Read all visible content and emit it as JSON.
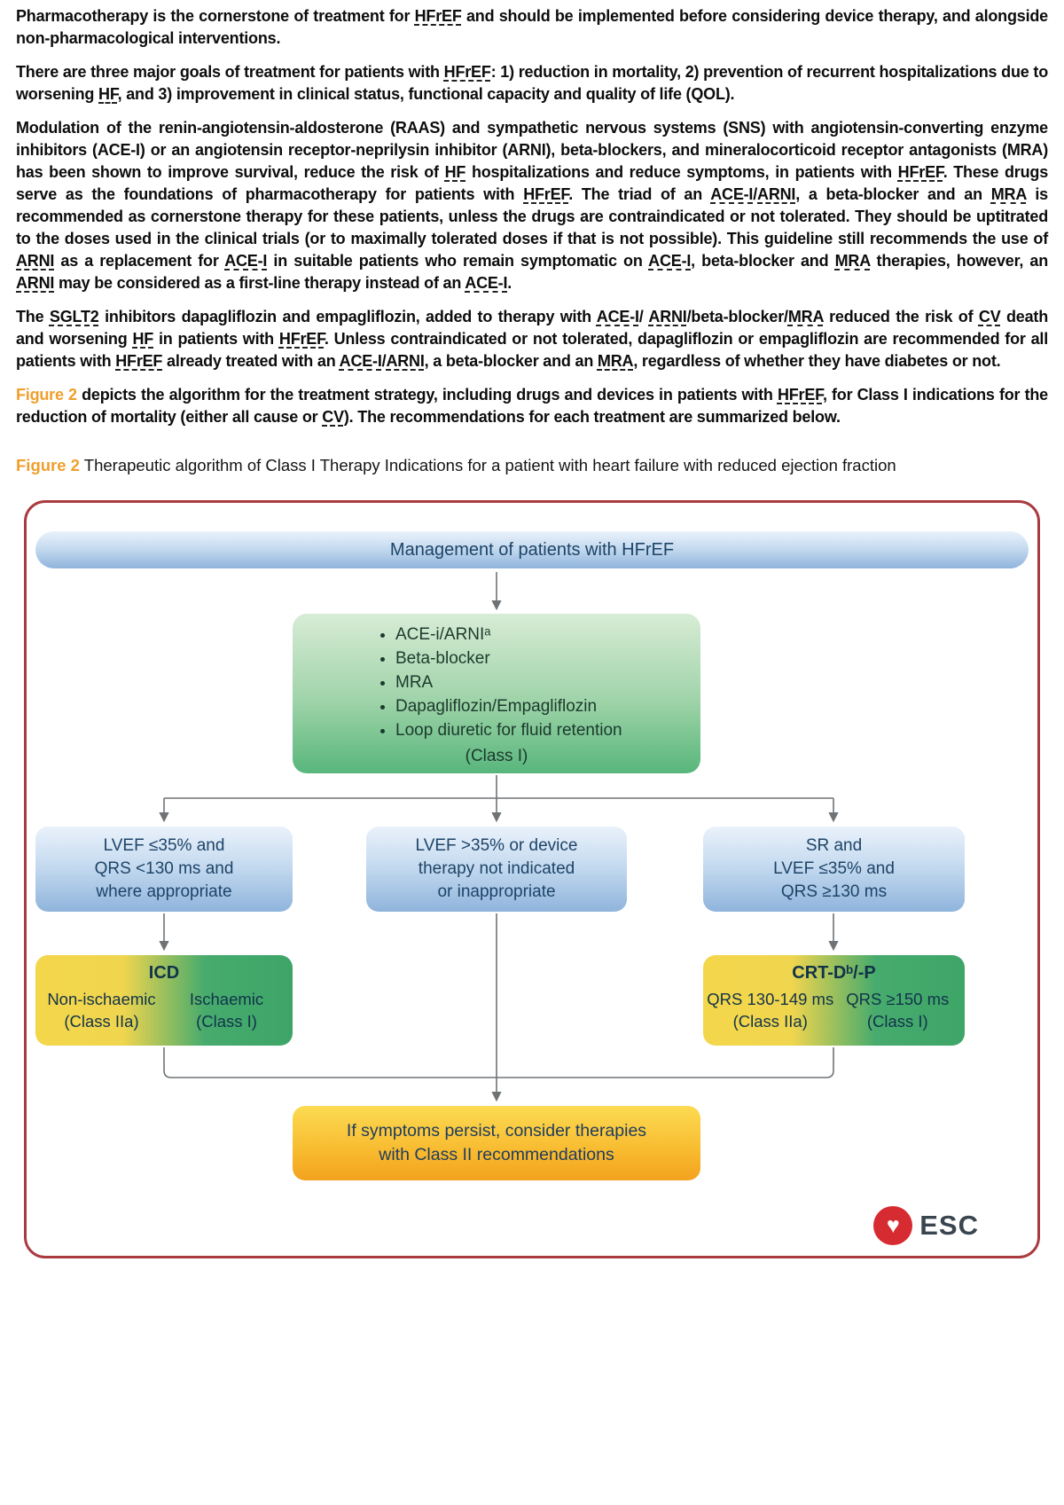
{
  "paragraphs": [
    {
      "segments": [
        {
          "t": "Pharmacotherapy is the cornerstone of treatment for "
        },
        {
          "t": "HFrEF",
          "u": true
        },
        {
          "t": " and should be implemented before considering device therapy, and alongside non-pharmacological interventions."
        }
      ]
    },
    {
      "segments": [
        {
          "t": "There are three major goals of treatment for patients with "
        },
        {
          "t": "HFrEF",
          "u": true
        },
        {
          "t": ": 1) reduction in mortality, 2) prevention of recurrent hospitalizations due to worsening "
        },
        {
          "t": "HF",
          "u": true
        },
        {
          "t": ", and 3) improvement in clinical status, functional capacity and quality of life (QOL)."
        }
      ]
    },
    {
      "segments": [
        {
          "t": "Modulation of the renin-angiotensin-aldosterone (RAAS) and sympathetic nervous systems (SNS) with angiotensin-converting enzyme inhibitors (ACE-I) or an angiotensin receptor-neprilysin inhibitor (ARNI), beta-blockers, and mineralocorticoid receptor antagonists (MRA) has been shown to improve survival, reduce the risk of "
        },
        {
          "t": "HF",
          "u": true
        },
        {
          "t": " hospitalizations and reduce symptoms, in patients with "
        },
        {
          "t": "HFrEF",
          "u": true
        },
        {
          "t": ". These drugs serve as the foundations of pharmacotherapy for patients with "
        },
        {
          "t": "HFrEF",
          "u": true
        },
        {
          "t": ". The triad of an "
        },
        {
          "t": "ACE-I",
          "u": true
        },
        {
          "t": "/"
        },
        {
          "t": "ARNI",
          "u": true
        },
        {
          "t": ", a beta-blocker and an "
        },
        {
          "t": "MRA",
          "u": true
        },
        {
          "t": " is recommended as cornerstone therapy for these patients, unless the drugs are contraindicated or not tolerated. They should be uptitrated to the doses used in the clinical trials (or to maximally tolerated doses if that is not possible). This guideline still recommends the use of "
        },
        {
          "t": "ARNI",
          "u": true
        },
        {
          "t": " as a replacement for "
        },
        {
          "t": "ACE-I",
          "u": true
        },
        {
          "t": " in suitable patients who remain symptomatic on "
        },
        {
          "t": "ACE-I",
          "u": true
        },
        {
          "t": ", beta-blocker and "
        },
        {
          "t": "MRA",
          "u": true
        },
        {
          "t": " therapies, however, an "
        },
        {
          "t": "ARNI",
          "u": true
        },
        {
          "t": " may be considered as a first-line therapy instead of an "
        },
        {
          "t": "ACE-I",
          "u": true
        },
        {
          "t": "."
        }
      ]
    },
    {
      "segments": [
        {
          "t": "The "
        },
        {
          "t": "SGLT2",
          "u": true
        },
        {
          "t": " inhibitors dapagliflozin and empagliflozin, added to therapy with "
        },
        {
          "t": "ACE-I",
          "u": true
        },
        {
          "t": "/ "
        },
        {
          "t": "ARNI",
          "u": true
        },
        {
          "t": "/beta-blocker/"
        },
        {
          "t": "MRA",
          "u": true
        },
        {
          "t": " reduced the risk of "
        },
        {
          "t": "CV",
          "u": true
        },
        {
          "t": " death and worsening "
        },
        {
          "t": "HF",
          "u": true
        },
        {
          "t": " in patients with "
        },
        {
          "t": "HFrEF",
          "u": true
        },
        {
          "t": ". Unless contraindicated or not tolerated, dapagliflozin or empagliflozin are recommended for all patients with "
        },
        {
          "t": "HFrEF",
          "u": true
        },
        {
          "t": " already treated with an "
        },
        {
          "t": "ACE-I",
          "u": true
        },
        {
          "t": "/"
        },
        {
          "t": "ARNI",
          "u": true
        },
        {
          "t": ", a beta-blocker and an "
        },
        {
          "t": "MRA",
          "u": true
        },
        {
          "t": ", regardless of whether they have diabetes or not."
        }
      ]
    },
    {
      "segments": [
        {
          "t": "Figure 2",
          "o": true
        },
        {
          "t": " depicts the algorithm for the treatment strategy, including drugs and devices in patients with "
        },
        {
          "t": "HFrEF",
          "u": true
        },
        {
          "t": ", for Class I indications for the reduction of mortality (either all cause or "
        },
        {
          "t": "CV",
          "u": true
        },
        {
          "t": "). The recommendations for each treatment are summarized below."
        }
      ]
    }
  ],
  "caption": {
    "segments": [
      {
        "t": "Figure 2",
        "o": true
      },
      {
        "t": " Therapeutic algorithm of Class I Therapy Indications for a patient with heart failure with reduced ejection fraction"
      }
    ]
  },
  "figure": {
    "management_box": "Management of patients with HFrEF",
    "therapy_box": {
      "bullets": [
        "ACE-i/ARNIᵃ",
        "Beta-blocker",
        "MRA",
        "Dapagliflozin/Empagliflozin",
        "Loop diuretic for fluid retention"
      ],
      "class_label": "(Class I)"
    },
    "branch_left": {
      "lines": [
        "LVEF ≤35% and",
        "QRS <130 ms and",
        "where appropriate"
      ]
    },
    "branch_middle": {
      "lines": [
        "LVEF >35% or device",
        "therapy not indicated",
        "or inappropriate"
      ]
    },
    "branch_right": {
      "lines": [
        "SR and",
        "LVEF ≤35% and",
        "QRS ≥130 ms"
      ]
    },
    "icd_box": {
      "title": "ICD",
      "left_lines": [
        "Non-ischaemic",
        "(Class IIa)"
      ],
      "right_lines": [
        "Ischaemic",
        "(Class I)"
      ]
    },
    "crt_box": {
      "title": "CRT-Dᵇ/-P",
      "left_lines": [
        "QRS 130-149 ms",
        "(Class IIa)"
      ],
      "right_lines": [
        "QRS ≥150 ms",
        "(Class I)"
      ]
    },
    "bottom_box": {
      "lines": [
        "If symptoms persist, consider therapies",
        "with Class II recommendations"
      ]
    },
    "esc_logo": {
      "heart": "♥",
      "text": "ESC"
    }
  },
  "colors": {
    "accent_orange": "#f09f2c",
    "frame_red": "#a93a40",
    "box_blue": "#8fb4dc",
    "box_green": "#58b67c",
    "box_yellow": "#f4d64b",
    "bottom_orange": "#f3a21e",
    "esc_red": "#d62b30",
    "connector_gray": "#6f7376"
  }
}
